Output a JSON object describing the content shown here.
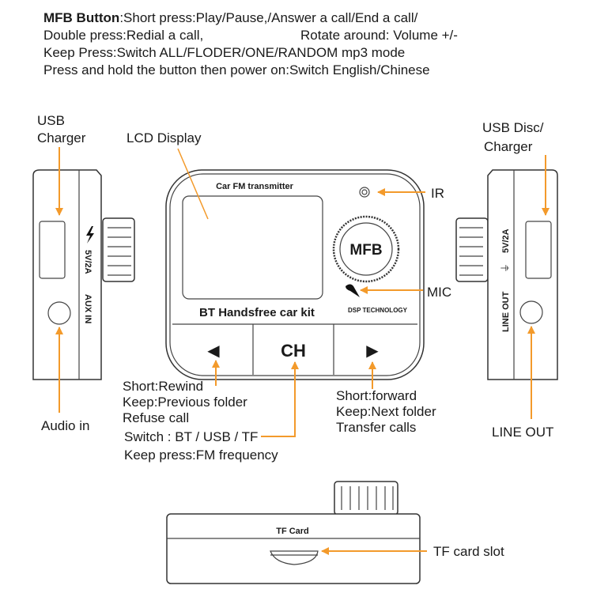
{
  "instructions": {
    "mfb_title": "MFB Button",
    "line1": ":Short press:Play/Pause,/Answer a call/End a call/",
    "line2a": "Double press:Redial a call,",
    "line2b": "Rotate around: Volume +/-",
    "line3": "Keep Press:Switch ALL/FLODER/ONE/RANDOM mp3 mode",
    "line4": "Press and hold the button then power on:Switch English/Chinese"
  },
  "left_side": {
    "usb_label_1": "USB",
    "usb_label_2": "Charger",
    "power_text": "5V/2A",
    "aux_text": "AUX IN",
    "audio_label": "Audio in"
  },
  "front": {
    "lcd_label": "LCD  Display",
    "brand_top": "Car FM transmitter",
    "ir_label": "IR",
    "mfb": "MFB",
    "mic_label": "MIC",
    "dsp": "DSP TECHNOLOGY",
    "kit_name": "BT Handsfree car kit",
    "ch": "CH",
    "prev_glyph": "◀",
    "next_glyph": "▶",
    "prev_notes": [
      "Short:Rewind",
      "Keep:Previous folder",
      "Refuse call"
    ],
    "ch_notes": [
      "Switch : BT / USB / TF",
      "Keep press:FM frequency"
    ],
    "next_notes": [
      "Short:forward",
      "Keep:Next folder",
      "Transfer calls"
    ]
  },
  "right_side": {
    "usb_label_1": "USB Disc/",
    "usb_label_2": "Charger",
    "power_text": "5V/2A",
    "usb_symbol": "⏚",
    "line_out_text": "LINE OUT",
    "line_out_label": "LINE OUT"
  },
  "bottom": {
    "tf_card": "TF Card",
    "tf_slot_label": "TF  card  slot"
  },
  "colors": {
    "accent": "#f39a2b",
    "line": "#333333"
  }
}
